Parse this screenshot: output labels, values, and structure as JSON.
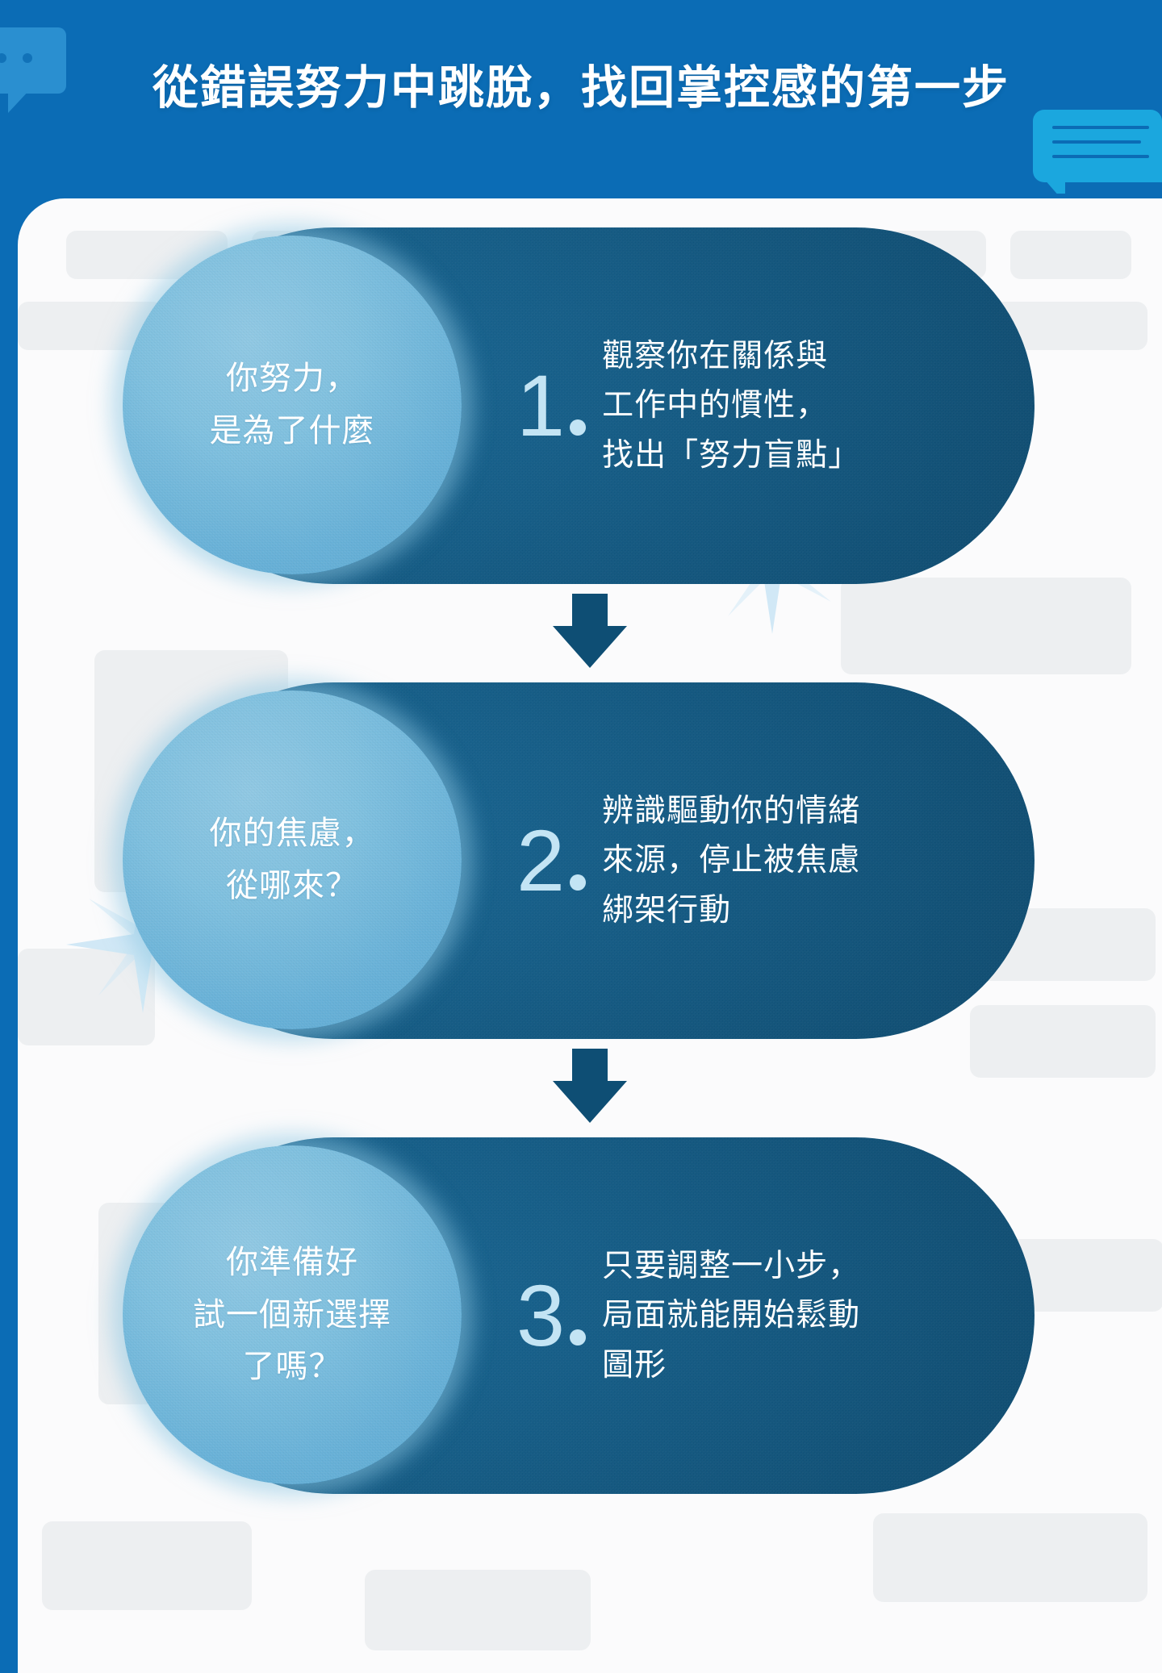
{
  "header": {
    "title": "從錯誤努力中跳脫，找回掌控感的第一步",
    "bg_color": "#0B6CB5",
    "title_color": "#FFFFFF",
    "bubble_left_color": "#2A8FD0",
    "bubble_right_color": "#1BA7DE"
  },
  "theme": {
    "card_color": "#0E4E74",
    "circle_color": "#6EB4D8",
    "number_color": "#C3E4F4",
    "panel_color": "#FBFBFC",
    "text_color": "#FFFFFF"
  },
  "steps": [
    {
      "number": "1",
      "question": "你努力，\n是為了什麼",
      "description": "觀察你在關係與\n工作中的慣性，\n找出「努力盲點」"
    },
    {
      "number": "2",
      "question": "你的焦慮，\n從哪來？",
      "description": "辨識驅動你的情緒\n來源，停止被焦慮\n綁架行動"
    },
    {
      "number": "3",
      "question": "你準備好\n試一個新選擇\n了嗎？",
      "description": "只要調整一小步，\n局面就能開始鬆動\n圖形"
    }
  ]
}
